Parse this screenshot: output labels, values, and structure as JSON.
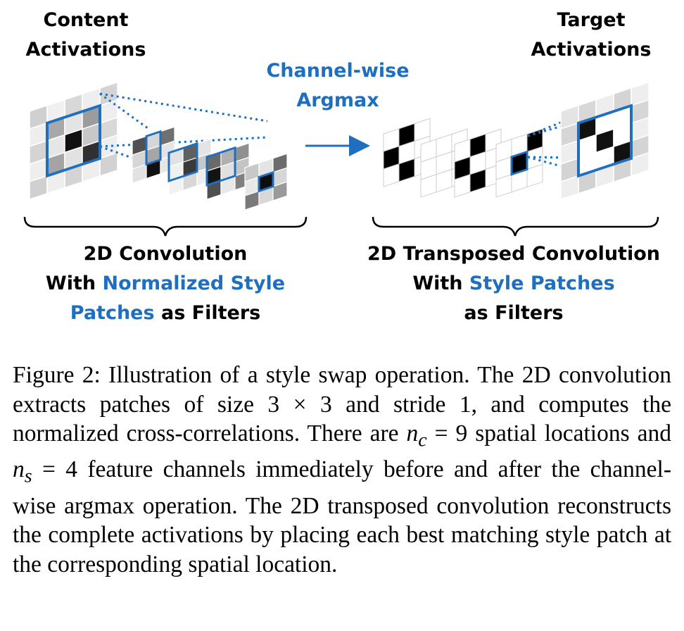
{
  "labels": {
    "content_line1": "Content",
    "content_line2": "Activations",
    "target_line1": "Target",
    "target_line2": "Activations",
    "argmax_line1": "Channel-wise",
    "argmax_line2": "Argmax"
  },
  "conv": {
    "line1": "2D Convolution",
    "line2_prefix": "With ",
    "line2_highlight": "Normalized Style",
    "line3_highlight": "Patches",
    "line3_suffix": " as Filters"
  },
  "tconv": {
    "line1": "2D Transposed Convolution",
    "line2_prefix": "With ",
    "line2_highlight": "Style Patches",
    "line3": "as Filters"
  },
  "caption": {
    "part1": "Figure 2: Illustration of a style swap operation. The 2D convolution extracts patches of size ",
    "size_expr": "3 × 3",
    "part2": " and stride ",
    "stride": "1",
    "part3": ", and computes the normalized cross-correlations. There are ",
    "nc_expr": "n",
    "nc_sub": "c",
    "nc_val": " = 9",
    "part4": " spatial locations and ",
    "ns_expr": "n",
    "ns_sub": "s",
    "ns_val": " = 4",
    "part5": " feature channels immediately before and after the channel-wise argmax operation. The 2D transposed convolution reconstructs the complete activations by placing each best matching style patch at the corresponding spatial location."
  },
  "colors": {
    "accent_blue": "#1f6fbf",
    "grid_light": "#d8d8d8",
    "grid_mid": "#a0a0a0",
    "grid_dark": "#505050",
    "black": "#000000"
  }
}
